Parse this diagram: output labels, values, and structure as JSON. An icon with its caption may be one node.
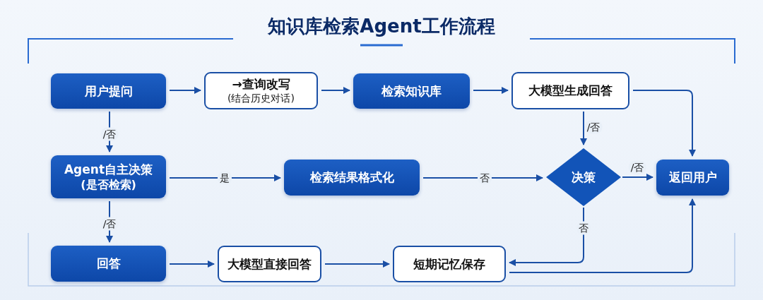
{
  "diagram": {
    "title": "知识库检索Agent工作流程",
    "nodes": [
      {
        "text": [
          "用户提问"
        ]
      },
      {
        "text": [
          "→查询改写",
          "(结合历史对话)"
        ]
      },
      {
        "text": [
          "检索知识库"
        ]
      },
      {
        "text": [
          "大模型生成回答"
        ]
      },
      {
        "text": [
          "Agent自主决策",
          "(是否检索)"
        ]
      },
      {
        "text": [
          "检索结果格式化"
        ]
      },
      {
        "text": [
          "决策"
        ]
      },
      {
        "text": [
          "返回用户"
        ]
      },
      {
        "text": [
          "回答"
        ]
      },
      {
        "text": [
          "大模型直接回答"
        ]
      },
      {
        "text": [
          "短期记忆保存"
        ]
      }
    ],
    "edges": [
      {
        "from": 0,
        "to": 1,
        "arrow": "to"
      },
      {
        "from": 1,
        "to": 2,
        "arrow": "to"
      },
      {
        "from": 2,
        "to": 3,
        "arrow": "to"
      },
      {
        "from": 3,
        "to": 7,
        "arrow": "to"
      },
      {
        "from": 0,
        "to": 4,
        "arrow": "to",
        "label": "/否"
      },
      {
        "from": 4,
        "to": 5,
        "arrow": "to",
        "label": "是"
      },
      {
        "from": 5,
        "to": 6,
        "arrow": "to",
        "label": "否"
      },
      {
        "from": 3,
        "to": 6,
        "arrow": "to",
        "label": "/否"
      },
      {
        "from": 6,
        "to": 7,
        "arrow": "to",
        "label": "/否"
      },
      {
        "from": 4,
        "to": 8,
        "arrow": "to",
        "label": "/否"
      },
      {
        "from": 8,
        "to": 9,
        "arrow": "to"
      },
      {
        "from": 9,
        "to": 10,
        "arrow": "to"
      },
      {
        "from": 6,
        "to": 10,
        "arrow": "to",
        "label": "否"
      },
      {
        "from": 10,
        "to": 7,
        "arrow": "to"
      }
    ]
  }
}
